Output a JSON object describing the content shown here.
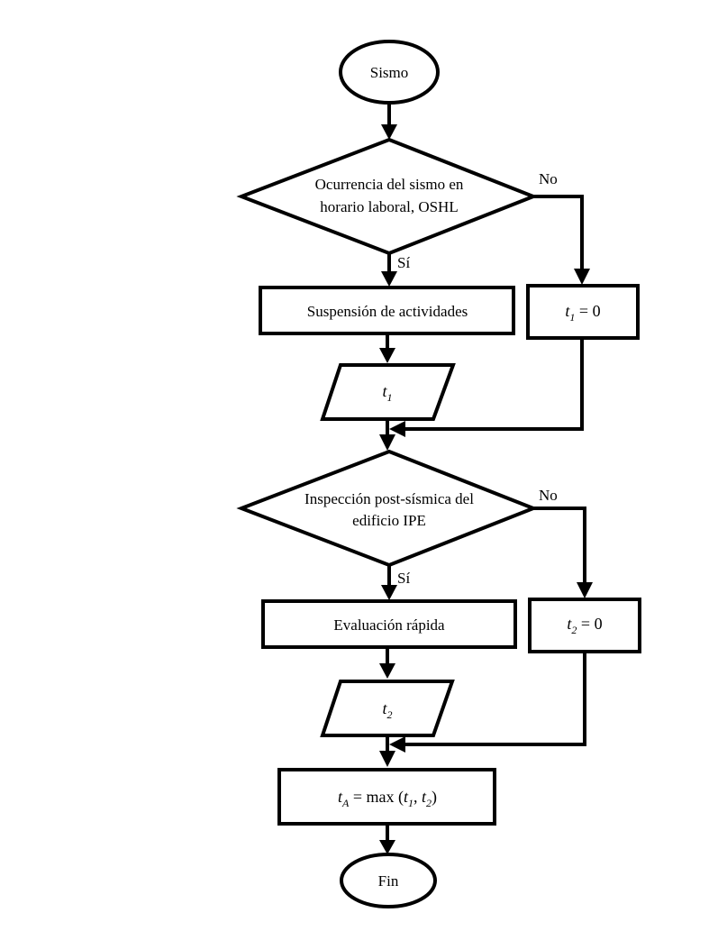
{
  "flowchart": {
    "start": "Sismo",
    "decision1": {
      "line1": "Ocurrencia del sismo en",
      "line2": "horario laboral, OSHL",
      "yes": "Sí",
      "no": "No"
    },
    "process_suspension": "Suspensión de actividades",
    "t1_zero": {
      "var": "t",
      "sub": "1",
      "rest": " = 0"
    },
    "io_t1": {
      "var": "t",
      "sub": "1"
    },
    "decision2": {
      "line1": "Inspección post-sísmica del",
      "line2": "edificio IPE",
      "yes": "Sí",
      "no": "No"
    },
    "process_eval": "Evaluación rápida",
    "t2_zero": {
      "var": "t",
      "sub": "2",
      "rest": " = 0"
    },
    "io_t2": {
      "var": "t",
      "sub": "2"
    },
    "result": {
      "var": "t",
      "sub": "A",
      "eq": " = max (",
      "a_var": "t",
      "a_sub": "1",
      "comma": ", ",
      "b_var": "t",
      "b_sub": "2",
      "close": ")"
    },
    "end": "Fin"
  }
}
